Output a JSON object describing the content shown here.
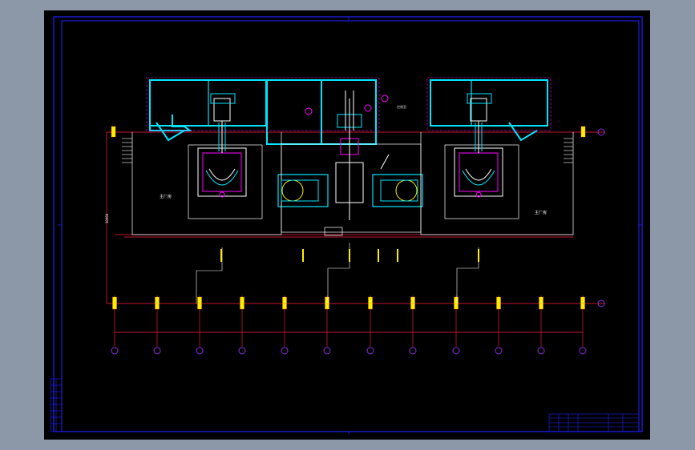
{
  "colors": {
    "background_outer": "#8c98a8",
    "drawing_background": "#000000",
    "frame": "#2020ff",
    "grid_line": "#ff2040",
    "wall": "#00e5ff",
    "equipment": "#ffffff",
    "column": "#ffee00",
    "grid_bubble": "#8a2be2",
    "accent": "#ff00ff"
  },
  "drawing": {
    "rooms": [
      {
        "id": "left-hall",
        "label": "主厂房"
      },
      {
        "id": "right-hall",
        "label": "主厂房"
      },
      {
        "id": "center-room",
        "label": "控制室"
      }
    ],
    "dimension_text": "30000",
    "title_block": {
      "title": "",
      "rows": 4
    }
  }
}
